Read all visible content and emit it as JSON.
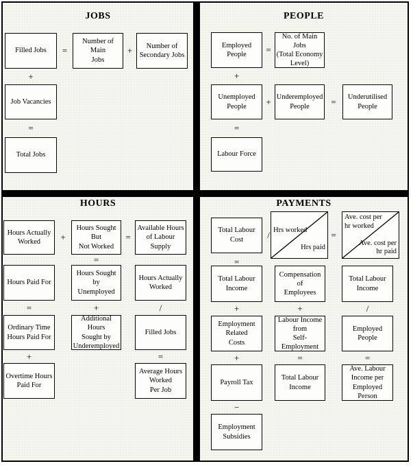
{
  "ops": {
    "plus": "+",
    "equals": "=",
    "divide": "/",
    "minus": "−"
  },
  "colors": {
    "line": "#000000",
    "box_bg": "#fdfdfb",
    "page_bg": "#f2f2ec"
  },
  "jobs": {
    "title": "JOBS",
    "filled_jobs": "Filled Jobs",
    "number_of_main_jobs": "Number of Main\nJobs",
    "number_of_secondary_jobs": "Number of\nSecondary Jobs",
    "job_vacancies": "Job Vacancies",
    "total_jobs": "Total Jobs"
  },
  "people": {
    "title": "PEOPLE",
    "employed_people": "Employed People",
    "no_of_main_jobs": "No. of Main Jobs\n(Total Economy\nLevel)",
    "unemployed_people": "Unemployed\nPeople",
    "underemployed_people": "Underemployed\nPeople",
    "underutilised_people": "Underutilised\nPeople",
    "labour_force": "Labour Force"
  },
  "hours": {
    "title": "HOURS",
    "hours_actually_worked": "Hours Actually\nWorked",
    "hours_sought_but_not_worked": "Hours Sought But\nNot Worked",
    "available_hours_of_labour_supply": "Available Hours\nof Labour Supply",
    "hours_paid_for": "Hours Paid For",
    "hours_sought_by_unemployed": "Hours Sought by\nUnemployed",
    "hours_actually_worked_2": "Hours Actually\nWorked",
    "ordinary_time_hours_paid_for": "Ordinary Time\nHours Paid For",
    "additional_hours_sought_by_underemployed": "Additional Hours\nSought by\nUnderemployed",
    "filled_jobs": "Filled Jobs",
    "overtime_hours_paid_for": "Overtime Hours\nPaid For",
    "average_hours_worked_per_job": "Average Hours\nWorked\nPer Job"
  },
  "payments": {
    "title": "PAYMENTS",
    "total_labour_cost": "Total Labour Cost",
    "hrs_worked": "Hrs worked",
    "hrs_paid": "Hrs paid",
    "ave_cost_per_hr_worked": "Ave. cost per\nhr worked",
    "ave_cost_per_hr_paid": "Ave. cost per\nhr paid",
    "total_labour_income_1": "Total Labour\nIncome",
    "compensation_of_employees": "Compensation of\nEmployees",
    "total_labour_income_2": "Total Labour\nIncome",
    "employment_related_costs": "Employment\nRelated\nCosts",
    "labour_income_from_self_employment": "Labour Income\nfrom\nSelf-Employment",
    "employed_people": "Employed People",
    "payroll_tax": "Payroll Tax",
    "total_labour_income_3": "Total Labour\nIncome",
    "ave_labour_income_per_employed_person": "Ave. Labour\nIncome per\nEmployed Person",
    "employment_subsidies": "Employment\nSubsidies"
  }
}
